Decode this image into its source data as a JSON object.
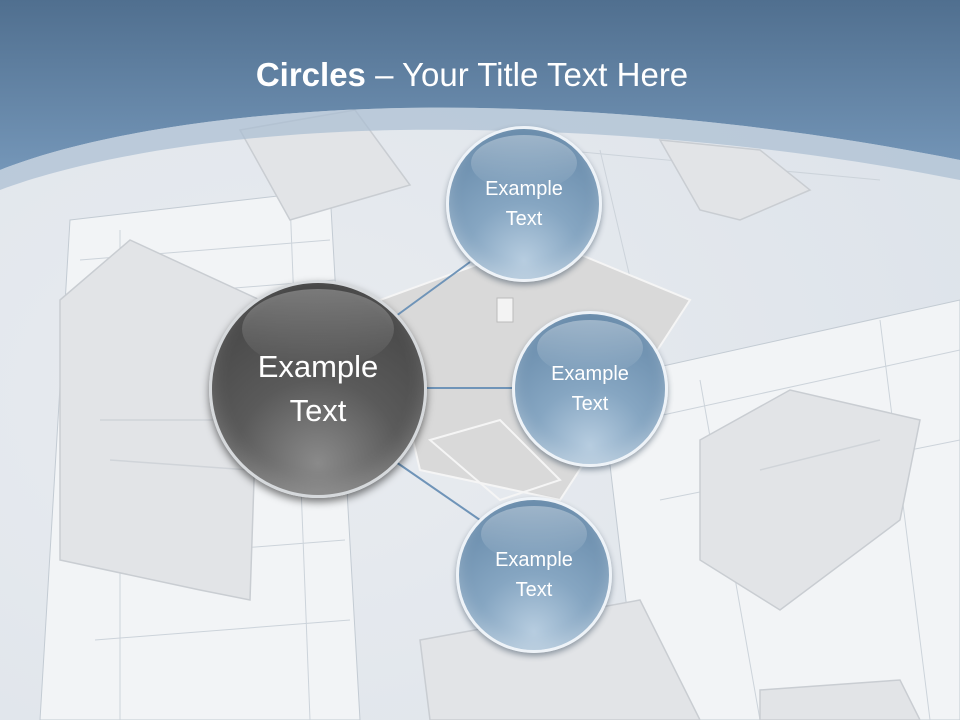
{
  "slide": {
    "title_bold": "Circles",
    "title_rest": " – Your Title Text Here",
    "center_circle": {
      "label": "Example\nText"
    },
    "outer_circles": [
      {
        "label": "Example\nText"
      },
      {
        "label": "Example\nText"
      },
      {
        "label": "Example\nText"
      }
    ]
  },
  "colors": {
    "header_band": "#5f82a6",
    "small_circle": "#7f9fbd",
    "center_circle": "#555555",
    "connector": "#6f94b8"
  }
}
